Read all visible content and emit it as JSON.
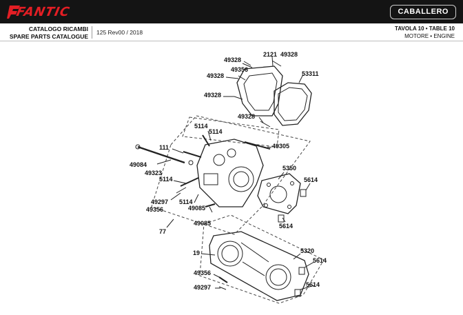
{
  "header": {
    "brand": "FANTIC",
    "model": "CABALLERO",
    "catalogue_it": "CATALOGO RICAMBI",
    "catalogue_en": "SPARE PARTS CATALOGUE",
    "revision": "125 Rev00 / 2018",
    "table_id": "TAVOLA 10 • TABLE 10",
    "group": "MOTORE • ENGINE"
  },
  "colors": {
    "brand_red": "#e31e24",
    "header_bg": "#141414"
  },
  "diagram": {
    "callouts": [
      {
        "id": "c1",
        "label": "49328"
      },
      {
        "id": "c2",
        "label": "2121"
      },
      {
        "id": "c3",
        "label": "49328"
      },
      {
        "id": "c4",
        "label": "49356"
      },
      {
        "id": "c5",
        "label": "49328"
      },
      {
        "id": "c6",
        "label": "53311"
      },
      {
        "id": "c7",
        "label": "49328"
      },
      {
        "id": "c8",
        "label": "49328"
      },
      {
        "id": "c9",
        "label": "5114"
      },
      {
        "id": "c10",
        "label": "5114"
      },
      {
        "id": "c11",
        "label": "49305"
      },
      {
        "id": "c12",
        "label": "111"
      },
      {
        "id": "c13",
        "label": "49084"
      },
      {
        "id": "c14",
        "label": "49323"
      },
      {
        "id": "c15",
        "label": "5350"
      },
      {
        "id": "c16",
        "label": "5114"
      },
      {
        "id": "c17",
        "label": "5614"
      },
      {
        "id": "c18",
        "label": "49297"
      },
      {
        "id": "c19",
        "label": "5114"
      },
      {
        "id": "c20",
        "label": "49356"
      },
      {
        "id": "c21",
        "label": "49085"
      },
      {
        "id": "c22",
        "label": "5614"
      },
      {
        "id": "c23",
        "label": "49085"
      },
      {
        "id": "c24",
        "label": "77"
      },
      {
        "id": "c25",
        "label": "19"
      },
      {
        "id": "c26",
        "label": "5320"
      },
      {
        "id": "c27",
        "label": "5614"
      },
      {
        "id": "c28",
        "label": "49356"
      },
      {
        "id": "c29",
        "label": "5614"
      },
      {
        "id": "c30",
        "label": "49297"
      }
    ]
  }
}
